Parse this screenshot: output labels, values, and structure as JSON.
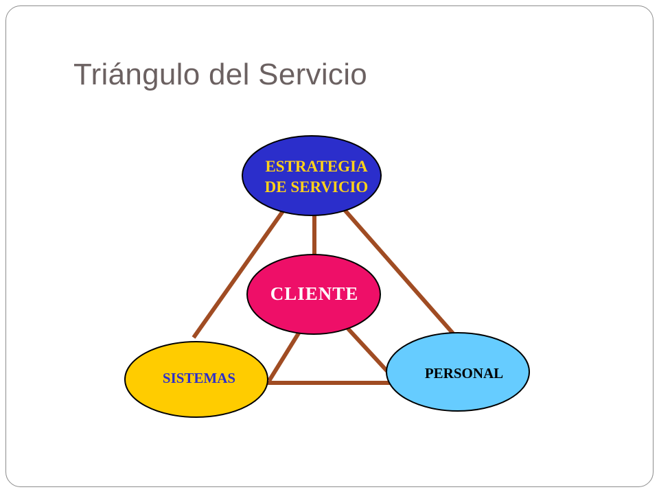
{
  "slide": {
    "title": "Triángulo del Servicio"
  },
  "diagram": {
    "nodes": {
      "estrategia": {
        "line1": "ESTRATEGIA",
        "line2": "DE SERVICIO",
        "fill": "#2b2ecb",
        "text_color": "#ffd21a"
      },
      "cliente": {
        "label": "CLIENTE",
        "fill": "#ee0f68",
        "text_color": "#ffffff"
      },
      "sistemas": {
        "label": "SISTEMAS",
        "fill": "#ffcc00",
        "text_color": "#2b2ecb"
      },
      "personal": {
        "label": "PERSONAL",
        "fill": "#66ccff",
        "text_color": "#000000"
      }
    },
    "connector_color": "#a04c23"
  }
}
